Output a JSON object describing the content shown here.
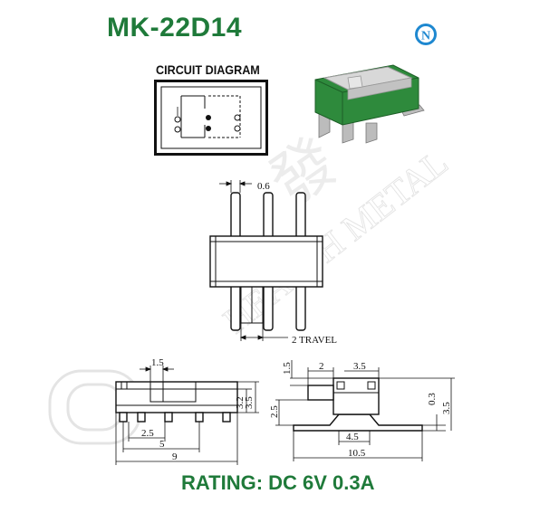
{
  "header": {
    "title": "MK-22D14",
    "brand_letter": "N"
  },
  "circuit": {
    "label": "CIRCUIT DIAGRAM"
  },
  "watermark": {
    "line1": "發",
    "line2": "HEALTH METAL"
  },
  "top_view": {
    "pin_width": "0.6",
    "travel": "2 TRAVEL"
  },
  "side_view": {
    "d1": "1.5",
    "d2": "3.2",
    "d3": "3.5",
    "d4": "2.5",
    "d5": "5",
    "d6": "9"
  },
  "end_view": {
    "d1": "1.5",
    "d2": "2",
    "d3": "3.5",
    "d4": "2.5",
    "d5": "0.3",
    "d6": "3.5",
    "d7": "4.5",
    "d8": "10.5"
  },
  "footer": {
    "rating": "RATING: DC 6V 0.3A"
  },
  "colors": {
    "brand_green": "#1f7a3a",
    "badge_blue": "#1e88d0",
    "product_green": "#2e8a3c"
  }
}
